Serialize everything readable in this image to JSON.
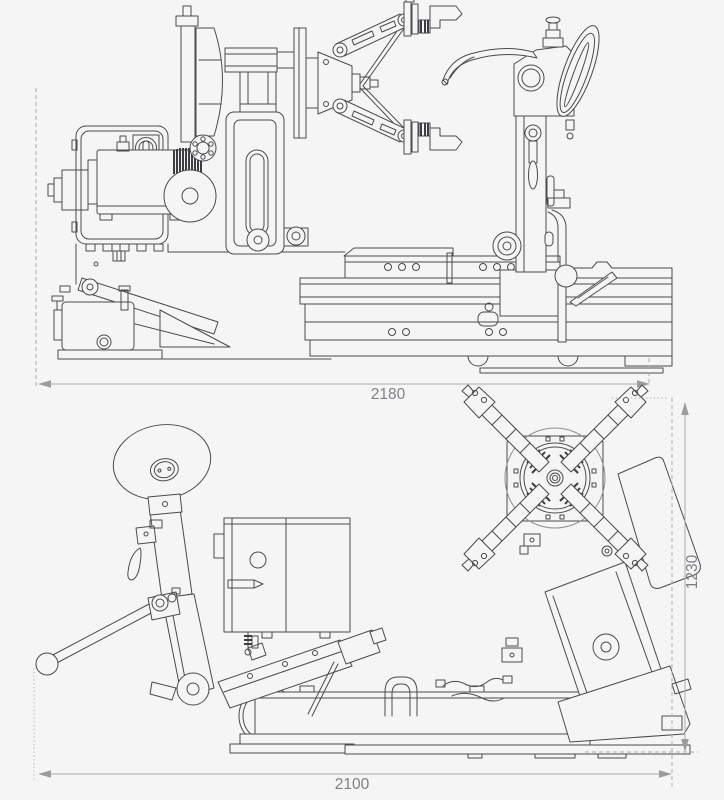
{
  "drawing": {
    "type": "technical-two-view-line-drawing",
    "subject": "heavy-duty tire changer machine",
    "colors": {
      "background": "#f5f5f6",
      "line": "#4b4b4f",
      "dimension_line": "#acacb0",
      "dimension_text": "#7f7f84"
    },
    "views": {
      "side": {
        "dimensions": {
          "width": "2180"
        }
      },
      "front": {
        "dimensions": {
          "width": "2100",
          "height": "1230"
        }
      }
    }
  }
}
